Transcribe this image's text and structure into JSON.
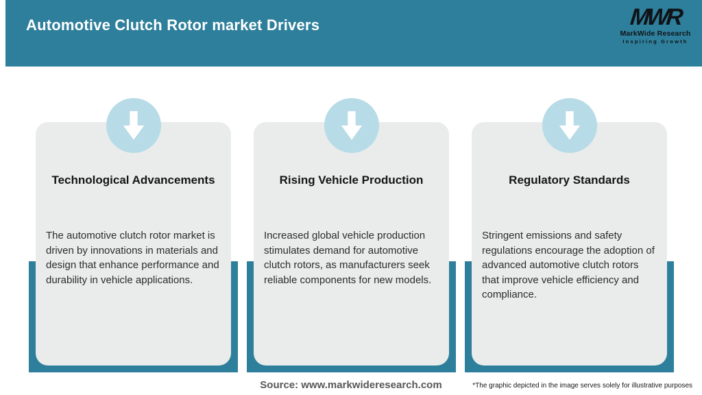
{
  "header": {
    "title": "Automotive Clutch Rotor market Drivers",
    "logo": {
      "monogram": "MWR",
      "name": "MarkWide Research",
      "tagline": "Inspiring Growth"
    }
  },
  "cards": [
    {
      "title": "Technological Advancements",
      "description": "The automotive clutch rotor market is driven by innovations in materials and design that enhance performance and durability in vehicle applications."
    },
    {
      "title": "Rising Vehicle Production",
      "description": "Increased global vehicle production stimulates demand for automotive clutch rotors, as manufacturers seek reliable components for new models."
    },
    {
      "title": "Regulatory Standards",
      "description": "Stringent emissions and safety regulations encourage the adoption of advanced automotive clutch rotors that improve vehicle efficiency and compliance."
    }
  ],
  "footer": {
    "source": "Source: www.markwideresearch.com",
    "disclaimer": "*The graphic depicted in the image serves solely for illustrative purposes"
  },
  "colors": {
    "teal": "#2e7f9b",
    "card_background": "#e9eceb",
    "circle_blue": "#b7dbe7"
  }
}
